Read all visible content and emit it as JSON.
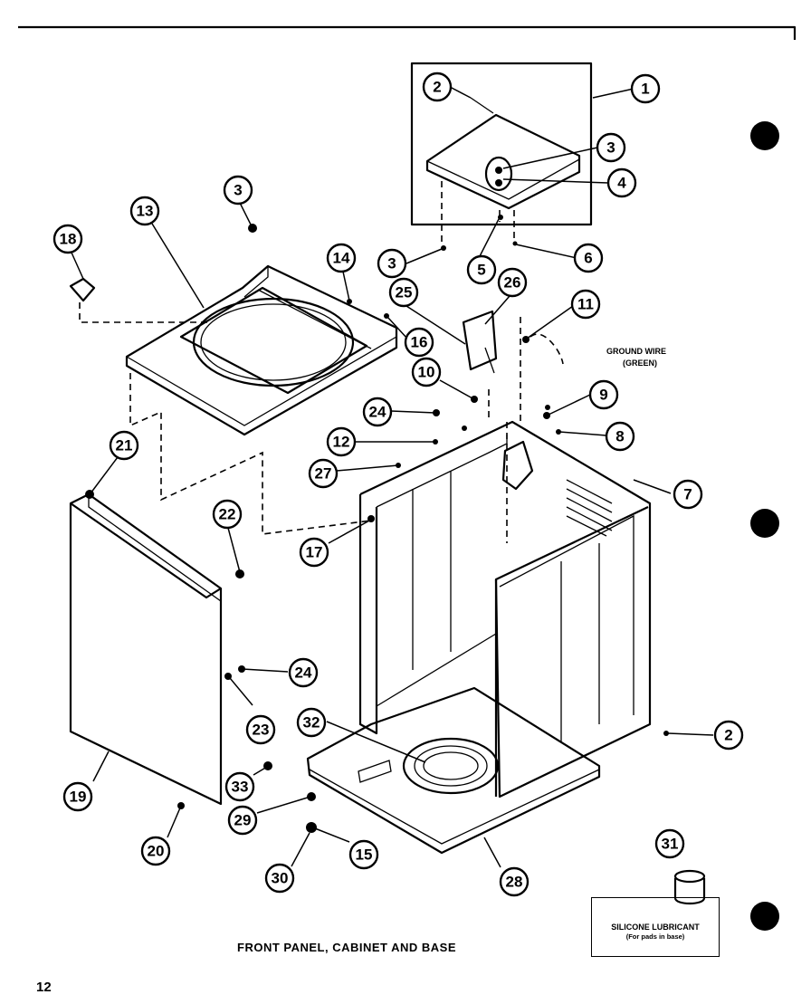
{
  "diagram": {
    "caption": "FRONT PANEL, CABINET AND BASE",
    "page_number": "12",
    "ground_wire_note": [
      "GROUND WIRE",
      "(GREEN)"
    ],
    "lubricant_note": [
      "SILICONE LUBRICANT",
      "(For pads in base)"
    ],
    "callouts": [
      {
        "id": "c1",
        "label": "1"
      },
      {
        "id": "c2a",
        "label": "2"
      },
      {
        "id": "c3a",
        "label": "3"
      },
      {
        "id": "c4",
        "label": "4"
      },
      {
        "id": "c3b",
        "label": "3"
      },
      {
        "id": "c5",
        "label": "5"
      },
      {
        "id": "c6",
        "label": "6"
      },
      {
        "id": "c3c",
        "label": "3"
      },
      {
        "id": "c13",
        "label": "13"
      },
      {
        "id": "c18",
        "label": "18"
      },
      {
        "id": "c14",
        "label": "14"
      },
      {
        "id": "c25",
        "label": "25"
      },
      {
        "id": "c26",
        "label": "26"
      },
      {
        "id": "c11",
        "label": "11"
      },
      {
        "id": "c16",
        "label": "16"
      },
      {
        "id": "c10",
        "label": "10"
      },
      {
        "id": "c9",
        "label": "9"
      },
      {
        "id": "c24a",
        "label": "24"
      },
      {
        "id": "c8",
        "label": "8"
      },
      {
        "id": "c12",
        "label": "12"
      },
      {
        "id": "c21",
        "label": "21"
      },
      {
        "id": "c27",
        "label": "27"
      },
      {
        "id": "c7",
        "label": "7"
      },
      {
        "id": "c22",
        "label": "22"
      },
      {
        "id": "c17",
        "label": "17"
      },
      {
        "id": "c24b",
        "label": "24"
      },
      {
        "id": "c23",
        "label": "23"
      },
      {
        "id": "c32",
        "label": "32"
      },
      {
        "id": "c2b",
        "label": "2"
      },
      {
        "id": "c19",
        "label": "19"
      },
      {
        "id": "c33",
        "label": "33"
      },
      {
        "id": "c29",
        "label": "29"
      },
      {
        "id": "c20",
        "label": "20"
      },
      {
        "id": "c15",
        "label": "15"
      },
      {
        "id": "c30",
        "label": "30"
      },
      {
        "id": "c28",
        "label": "28"
      },
      {
        "id": "c31",
        "label": "31"
      }
    ]
  }
}
